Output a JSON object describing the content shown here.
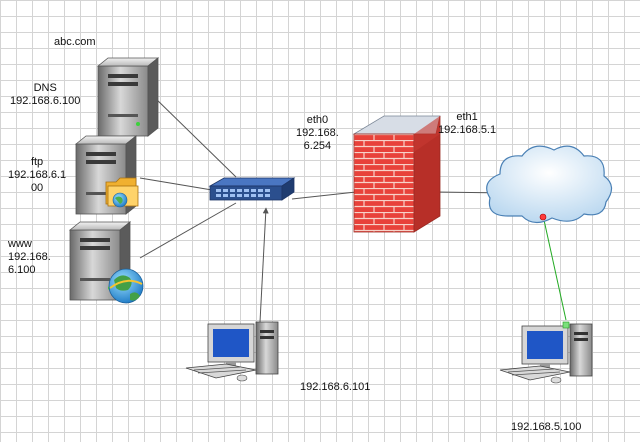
{
  "diagram": {
    "domain_label": "abc.com",
    "servers": [
      {
        "role": "DNS",
        "ip": "192.168.6.100",
        "text": "DNS\n192.168.6.100"
      },
      {
        "role": "ftp",
        "text": "ftp\n192.168.6.1\n00"
      },
      {
        "role": "www",
        "text": "www\n192.168.\n6.100"
      }
    ],
    "firewall": {
      "eth0": "eth0\n192.168.\n6.254",
      "eth1": "eth1\n192.168.5.1"
    },
    "clients": [
      {
        "ip": "192.168.6.101"
      },
      {
        "ip": "192.168.5.100"
      }
    ],
    "colors": {
      "link": "#555555",
      "internet_link": "#22aa22",
      "firewall_brick": "#e8423a",
      "switch": "#2b4f8e",
      "cloud": "#cfe4f5"
    },
    "icons": [
      "server-icon",
      "folder-icon",
      "globe-icon",
      "switch-icon",
      "firewall-icon",
      "cloud-icon",
      "workstation-icon"
    ]
  }
}
